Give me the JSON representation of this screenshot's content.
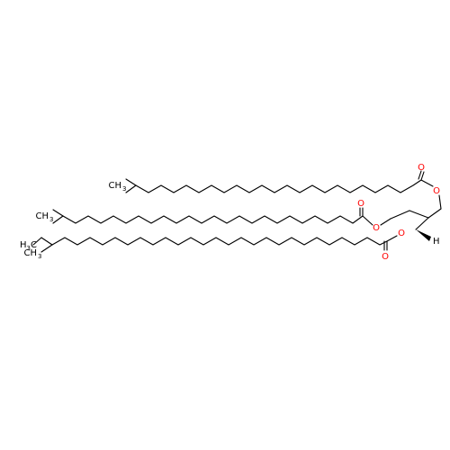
{
  "molecule": {
    "atom_colors": {
      "carbon": "#000000",
      "oxygen": "#ff0000",
      "bond_oxygen": "#d40000"
    },
    "labels": {
      "oxygen": "O",
      "hydrogen": "H",
      "ch3": "CH",
      "h3c": "H",
      "h3c_tail": "C",
      "three": "3"
    }
  }
}
